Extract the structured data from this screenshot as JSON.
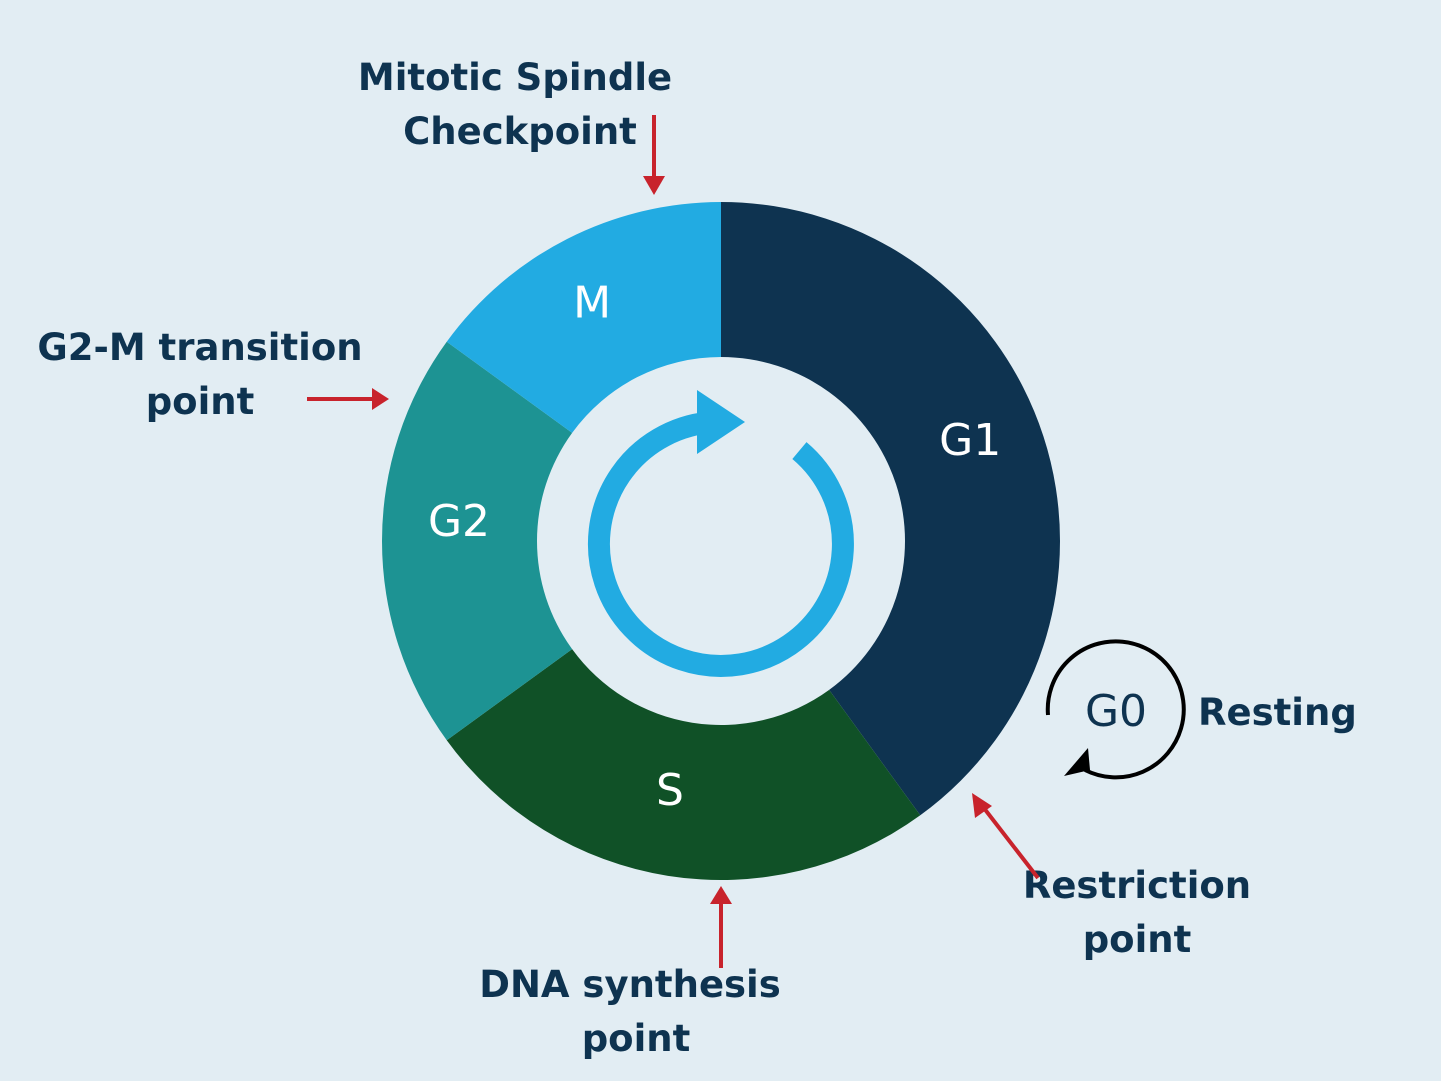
{
  "title": "Cell Cycle",
  "colors": {
    "background": "#e2edf3",
    "text": "#0e3350",
    "arrow_red": "#c8232c",
    "cycle_arrow": "#22abe2",
    "g0_arrow": "#000000"
  },
  "phases": [
    {
      "id": "G1",
      "label": "G1",
      "fraction": 0.4,
      "color": "#0e3350"
    },
    {
      "id": "S",
      "label": "S",
      "fraction": 0.25,
      "color": "#105127"
    },
    {
      "id": "G2",
      "label": "G2",
      "fraction": 0.2,
      "color": "#1d9393"
    },
    {
      "id": "M",
      "label": "M",
      "fraction": 0.15,
      "color": "#22abe2"
    }
  ],
  "checkpoints": {
    "mitotic_spindle": [
      "Mitotic Spindle",
      "Checkpoint"
    ],
    "g2m": [
      "G2-M transition",
      "point"
    ],
    "dna_synthesis": [
      "DNA synthesis",
      "point"
    ],
    "restriction": [
      "Restriction",
      "point"
    ]
  },
  "g0": {
    "label": "G0",
    "description": "Resting"
  },
  "center_icon": "cycle-arrow-icon"
}
